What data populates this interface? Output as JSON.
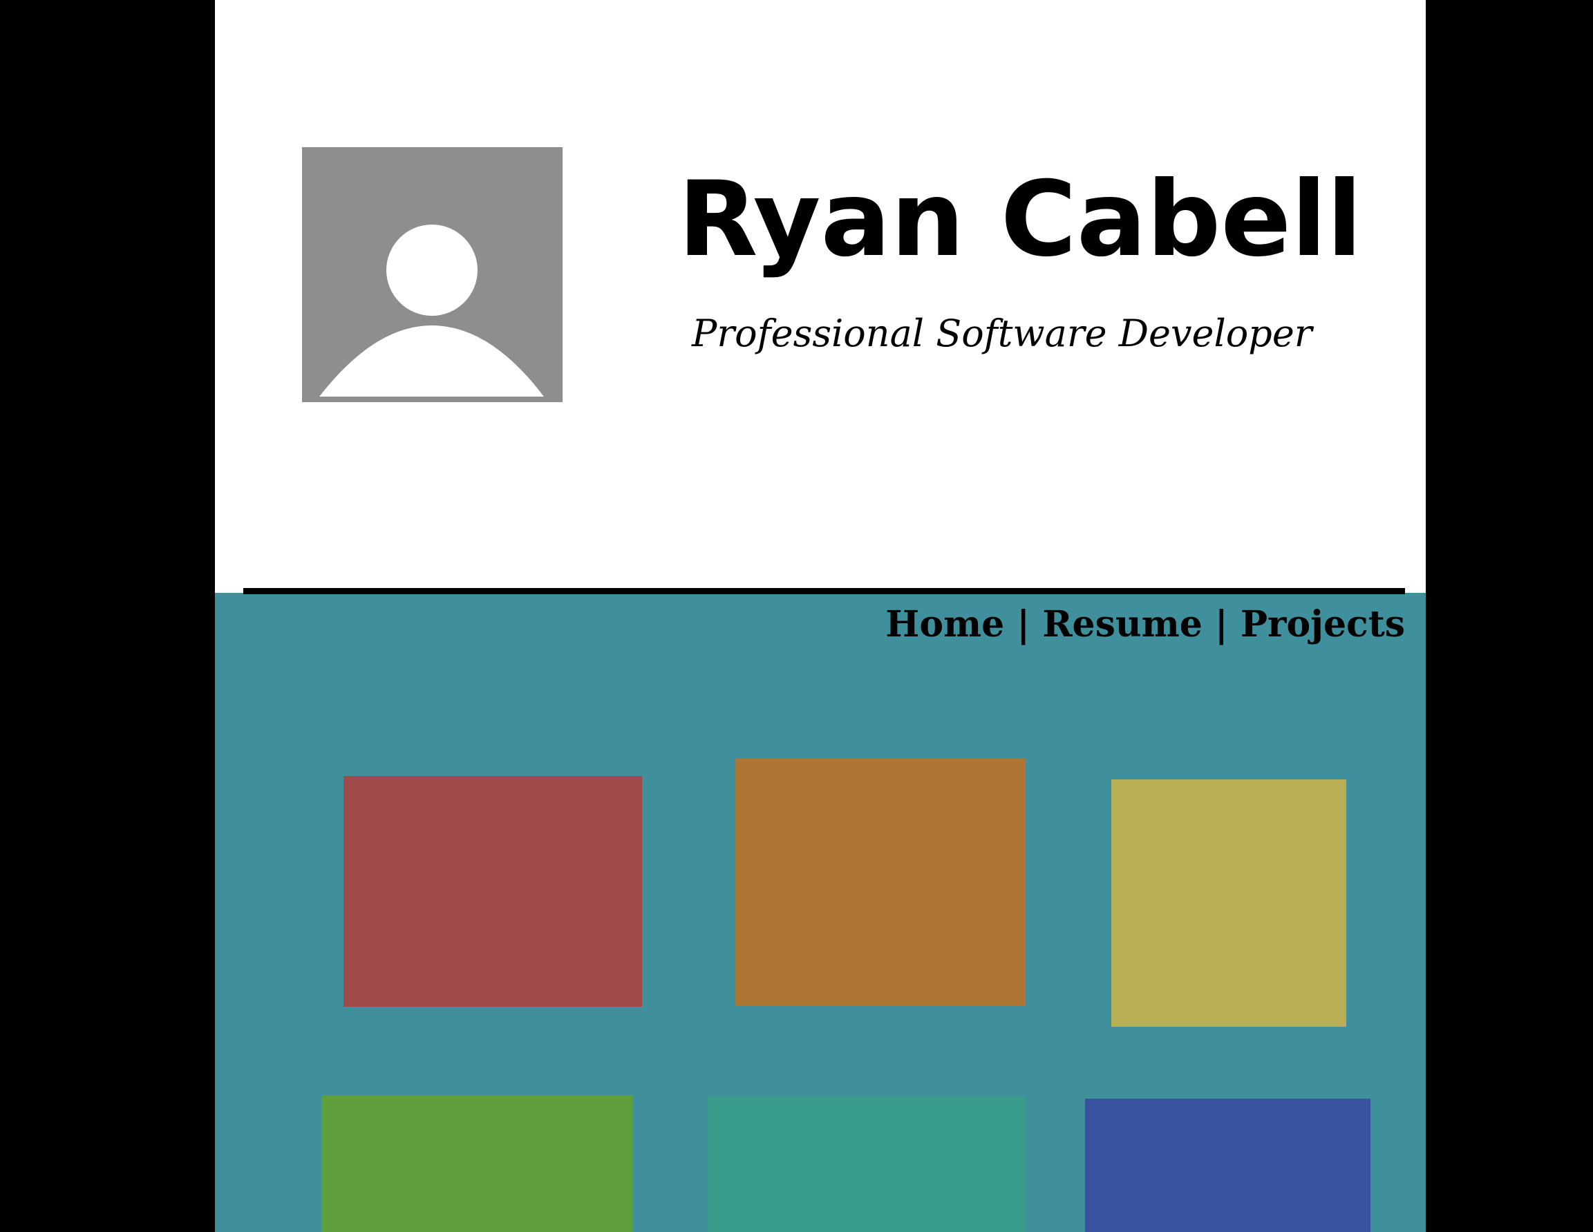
{
  "profile": {
    "name": "Ryan Cabell",
    "tagline": "Professional Software Developer",
    "avatar_icon": "user-avatar-placeholder-icon"
  },
  "nav": {
    "items": [
      {
        "label": "Home"
      },
      {
        "label": "Resume"
      },
      {
        "label": "Projects"
      }
    ],
    "separator": "|"
  },
  "tiles": [
    {
      "color": "#a04a49"
    },
    {
      "color": "#ae7634"
    },
    {
      "color": "#b8af55"
    },
    {
      "color": "#5f9e3c"
    },
    {
      "color": "#3a9d8c"
    },
    {
      "color": "#39549e"
    }
  ],
  "colors": {
    "page_background": "#ffffff",
    "outer_background": "#000000",
    "content_background": "#3f8f9c",
    "avatar_background": "#8e8e8e"
  }
}
